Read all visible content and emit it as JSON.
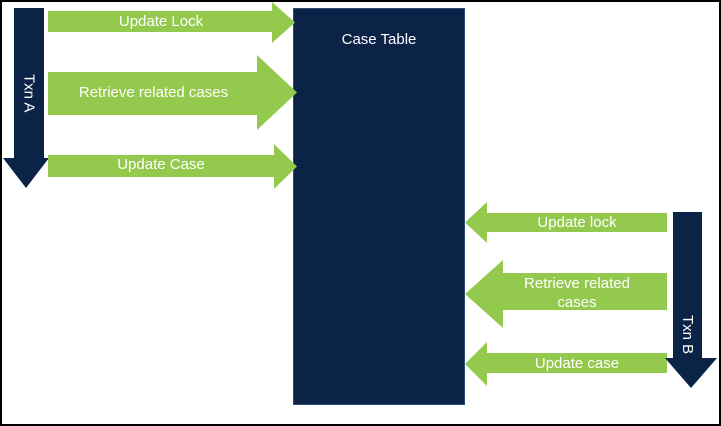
{
  "diagram": {
    "type": "transaction-deadlock-diagram",
    "colors": {
      "navy": "#0C2348",
      "green": "#93C94D",
      "label_text": "#FFFFFF",
      "page_border": "#000000",
      "navy_outline": "#2A4A78"
    },
    "case_table": {
      "label": "Case Table"
    },
    "txn_a": {
      "label": "Txn A"
    },
    "txn_b": {
      "label": "Txn B"
    },
    "left_arrows": [
      {
        "label": "Update Lock",
        "direction": "right"
      },
      {
        "label": "Retrieve related cases",
        "direction": "right"
      },
      {
        "label": "Update Case",
        "direction": "right"
      }
    ],
    "right_arrows": [
      {
        "label": "Update lock",
        "direction": "left"
      },
      {
        "label": "Retrieve related cases",
        "direction": "left"
      },
      {
        "label": "Update case",
        "direction": "left"
      }
    ]
  }
}
